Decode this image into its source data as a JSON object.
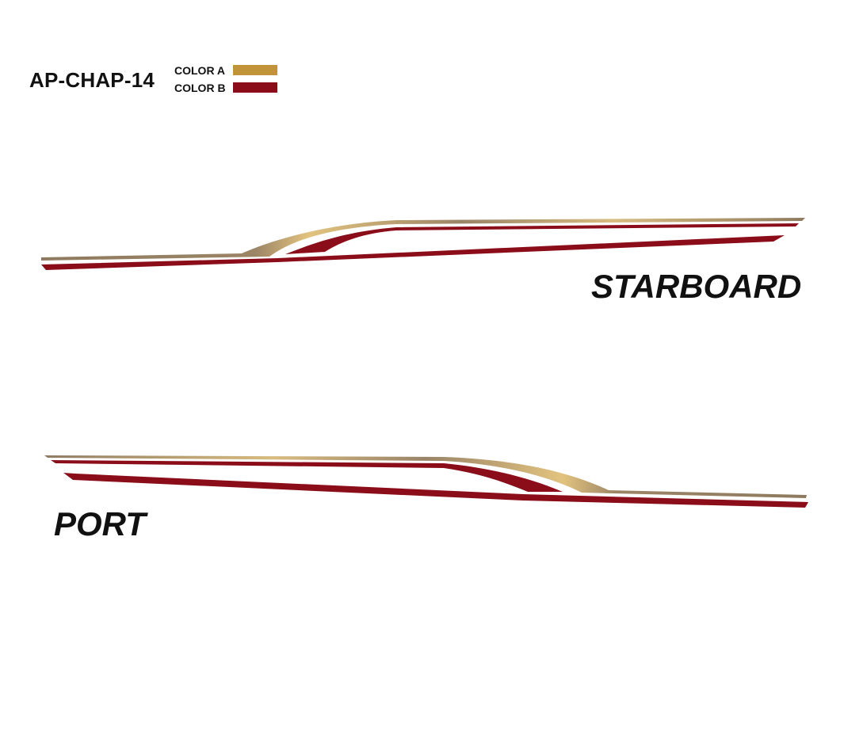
{
  "design_code": "AP-CHAP-14",
  "legend": {
    "color_a": {
      "label": "COLOR A",
      "hex": "#C29439"
    },
    "color_b": {
      "label": "COLOR B",
      "hex": "#8B0D1A"
    }
  },
  "views": {
    "starboard": {
      "label": "STARBOARD"
    },
    "port": {
      "label": "PORT"
    }
  },
  "colors": {
    "gold_light": "#E2C37E",
    "gold_dark": "#8E7A5F",
    "burgundy": "#8B0D1A",
    "background": "#FFFFFF"
  }
}
